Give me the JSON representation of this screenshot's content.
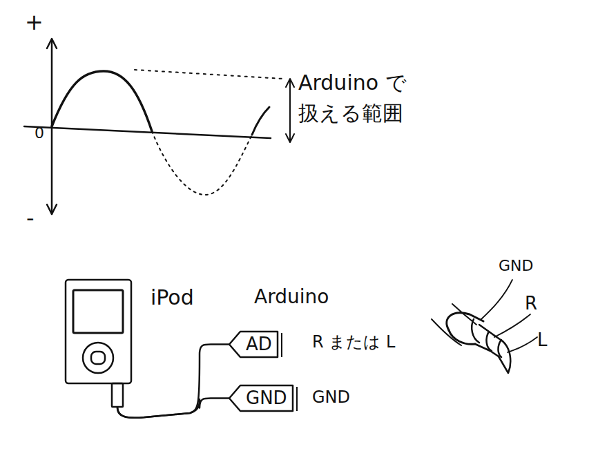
{
  "diagram": {
    "nodes": [
      {
        "text": [
          "iPod"
        ]
      },
      {
        "text": [
          "AD"
        ]
      },
      {
        "text": [
          "GND"
        ]
      }
    ],
    "edges": [
      {
        "from": 0,
        "to": 1,
        "arrow": "none"
      },
      {
        "from": 0,
        "to": 2,
        "arrow": "none"
      }
    ],
    "labels": [
      "+",
      "0",
      "-",
      "Arduino で 扱える範囲",
      "Arduino",
      "R または L",
      "GND",
      "GND",
      "R",
      "L"
    ]
  }
}
